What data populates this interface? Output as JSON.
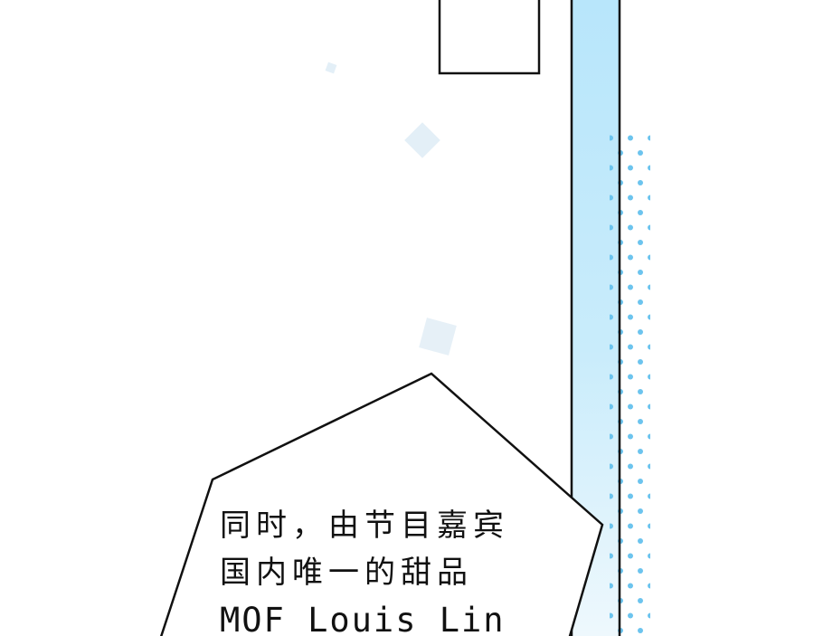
{
  "caption": {
    "lines": [
      "同时，由节目嘉宾",
      "国内唯一的甜品",
      "MOF Louis Lin"
    ]
  },
  "colors": {
    "panel_blue": "#b8e6fb",
    "dot_blue": "#6cc4ee",
    "diamond": "#e3eff7",
    "ink": "#111111"
  }
}
